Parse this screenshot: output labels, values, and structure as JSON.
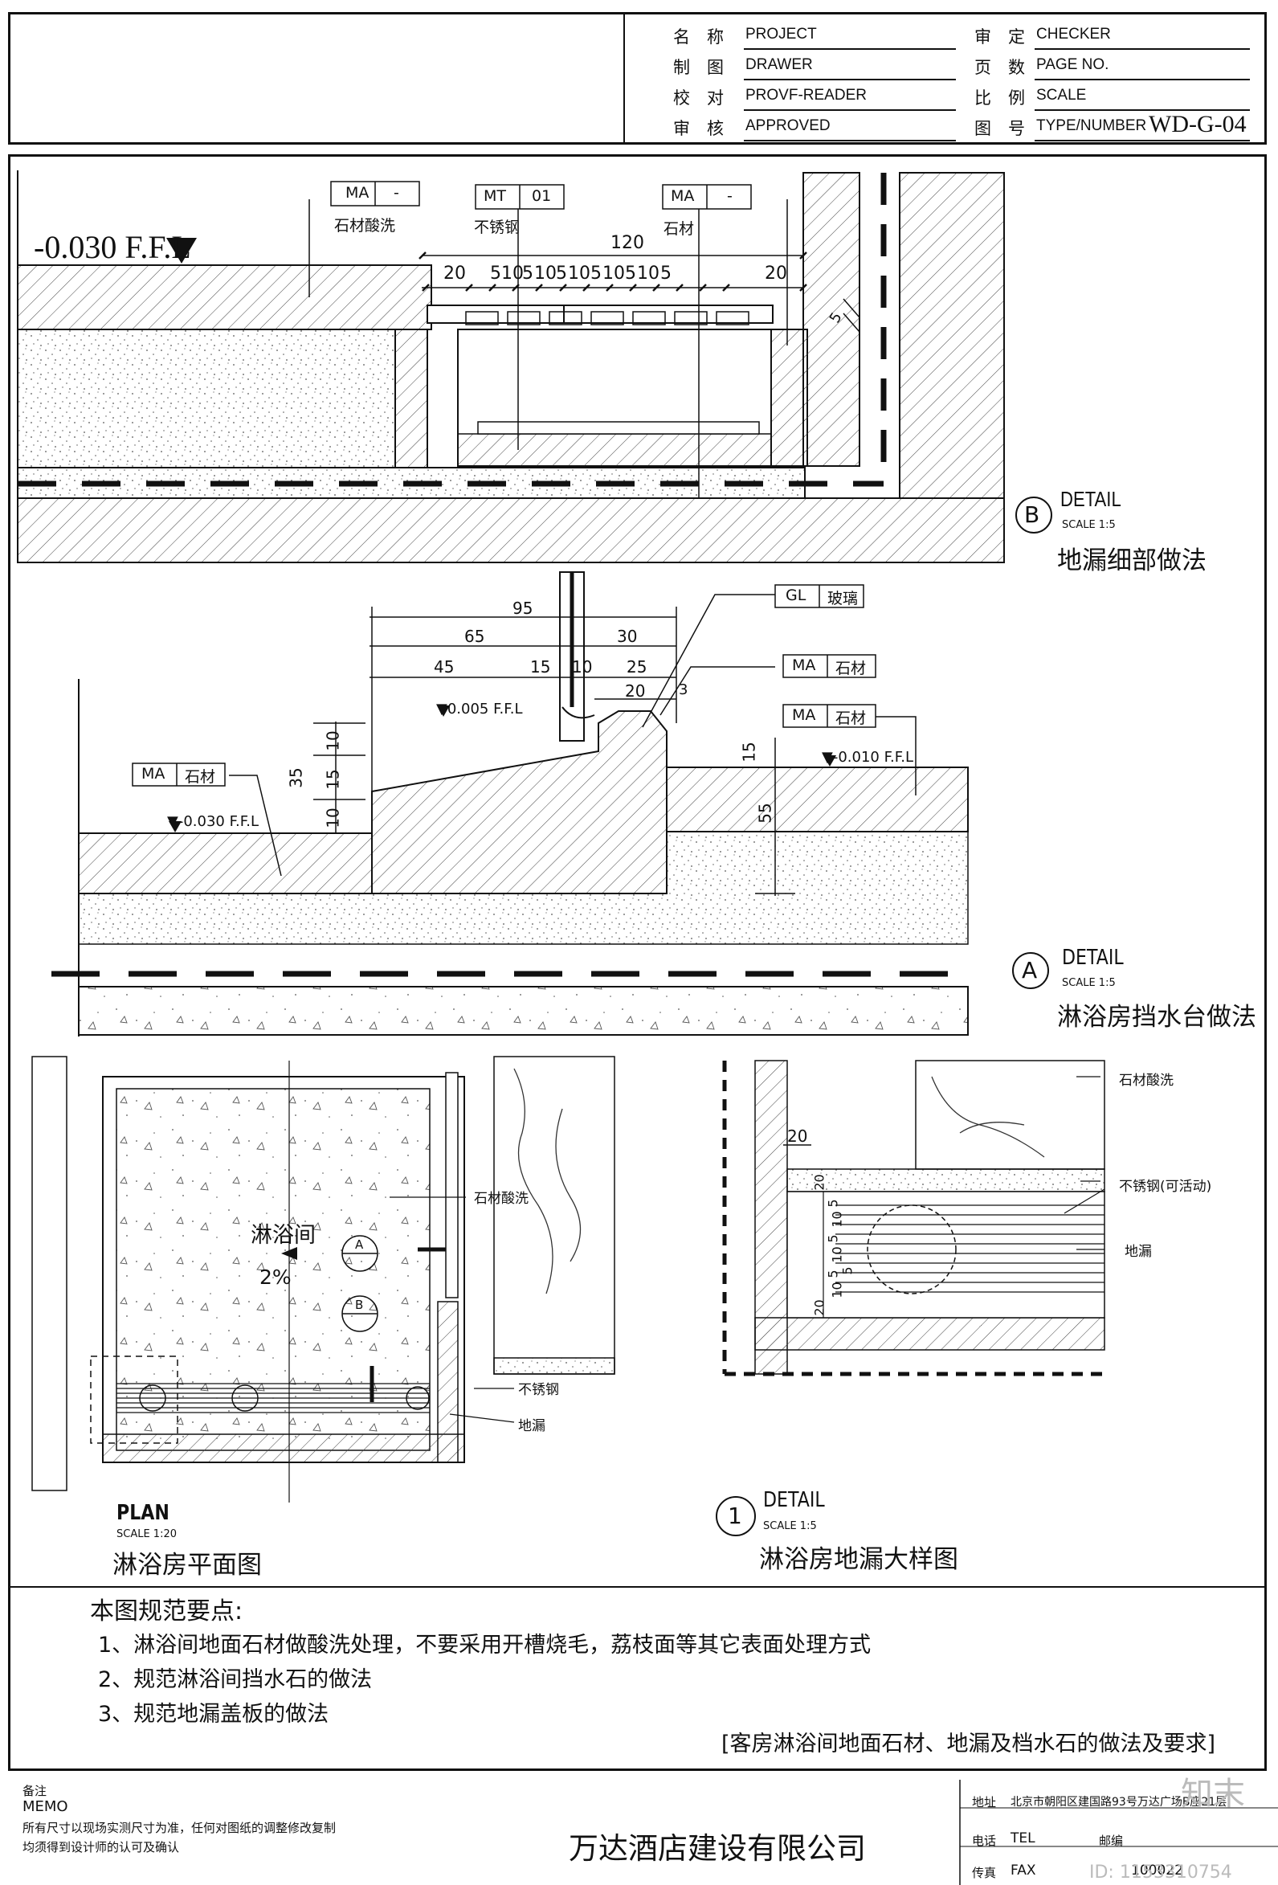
{
  "title_block": {
    "rows": [
      {
        "left_key": "名　称",
        "left_val": "PROJECT",
        "right_key": "审　定",
        "right_val": "CHECKER"
      },
      {
        "left_key": "制　图",
        "left_val": "DRAWER",
        "right_key": "页　数",
        "right_val": "PAGE NO."
      },
      {
        "left_key": "校　对",
        "left_val": "PROVF-READER",
        "right_key": "比　例",
        "right_val": "SCALE"
      },
      {
        "left_key": "审　核",
        "left_val": "APPROVED",
        "right_key": "图　号",
        "right_val": "TYPE/NUMBER"
      }
    ],
    "drawing_number": "WD-G-04"
  },
  "detail_b": {
    "level": "-0.030 F.F.L",
    "tags": [
      {
        "code": "MA",
        "num": "-",
        "material": "石材酸洗"
      },
      {
        "code": "MT",
        "num": "01",
        "material": "不锈钢"
      },
      {
        "code": "MA",
        "num": "-",
        "material": "石材"
      }
    ],
    "overall": "120",
    "dims": [
      "20",
      "5",
      "10",
      "5",
      "10",
      "5",
      "10",
      "5",
      "10",
      "5",
      "10",
      "5",
      "20"
    ],
    "gap": "5",
    "marker": "B",
    "label": "DETAIL",
    "scale": "SCALE 1:5",
    "title": "地漏细部做法"
  },
  "detail_a": {
    "top_dims": [
      "95",
      "65",
      "30",
      "45",
      "15",
      "10",
      "25",
      "20",
      "3"
    ],
    "left_dims": [
      "35",
      "10",
      "15",
      "10"
    ],
    "right_dims": [
      "15",
      "55"
    ],
    "levels": [
      "▼0.005 F.F.L",
      "▼-0.030 F.F.L",
      "▼-0.010 F.F.L"
    ],
    "tags": [
      {
        "code": "GL",
        "material": "玻璃"
      },
      {
        "code": "MA",
        "material": "石材"
      },
      {
        "code": "MA",
        "material": "石材"
      },
      {
        "code": "MA",
        "material": "石材"
      }
    ],
    "marker": "A",
    "label": "DETAIL",
    "scale": "SCALE 1:5",
    "title": "淋浴房挡水台做法"
  },
  "plan": {
    "room": "淋浴间",
    "slope": "2%",
    "notes": [
      "石材酸洗",
      "不锈钢",
      "地漏"
    ],
    "markers": [
      "A",
      "B"
    ],
    "label": "PLAN",
    "scale": "SCALE 1:20",
    "title": "淋浴房平面图"
  },
  "detail_1": {
    "notes": [
      "石材酸洗",
      "不锈钢(可活动)",
      "地漏"
    ],
    "dims": [
      "20",
      "20",
      "5",
      "10",
      "5",
      "10",
      "5",
      "10",
      "5",
      "20"
    ],
    "marker": "1",
    "label": "DETAIL",
    "scale": "SCALE 1:5",
    "title": "淋浴房地漏大样图"
  },
  "requirements": {
    "heading": "本图规范要点:",
    "items": [
      "1、淋浴间地面石材做酸洗处理，不要采用开槽烧毛，荔枝面等其它表面处理方式",
      "2、规范淋浴间挡水石的做法",
      "3、规范地漏盖板的做法"
    ],
    "summary": "[客房淋浴间地面石材、地漏及档水石的做法及要求]"
  },
  "footer": {
    "memo_cn": "备注",
    "memo": "MEMO",
    "memo_line1": "所有尺寸以现场实测尺寸为准，任何对图纸的调整修改复制",
    "memo_line2": "均须得到设计师的认可及确认",
    "company": "万达酒店建设有限公司",
    "addr_label": "地址",
    "addr": "北京市朝阳区建国路93号万达广场B座21层",
    "tel_label": "电话",
    "tel": "TEL",
    "post_label": "邮编",
    "fax_label": "传真",
    "fax": "FAX",
    "post_code": "100022",
    "watermark_logo": "知末",
    "id_text": "ID: 1153310754"
  }
}
